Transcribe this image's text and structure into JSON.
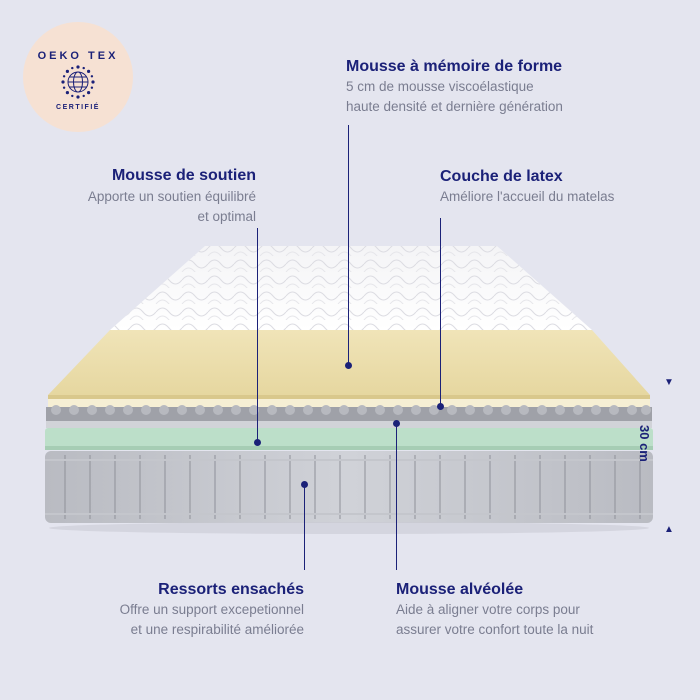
{
  "badge": {
    "title": "OEKO TEX",
    "subtitle": "CERTIFIÉ"
  },
  "layers": {
    "memory_foam": {
      "title": "Mousse à mémoire de forme",
      "line1": "5 cm de mousse viscoélastique",
      "line2": "haute densité et dernière génération"
    },
    "support_foam": {
      "title": "Mousse de soutien",
      "line1": "Apporte un soutien équilibré",
      "line2": "et optimal"
    },
    "latex": {
      "title": "Couche de latex",
      "line1": "Améliore l'accueil du matelas"
    },
    "springs": {
      "title": "Ressorts ensachés",
      "line1": "Offre un support excepetionnel",
      "line2": "et une respirabilité améliorée"
    },
    "egg_foam": {
      "title": "Mousse alvéolée",
      "line1": "Aide à aligner votre corps pour",
      "line2": "assurer votre confort toute la nuit"
    }
  },
  "height_label": "30 cm",
  "colors": {
    "background": "#e4e5ef",
    "accent": "#1b2178",
    "memory_foam": "#ece0b2",
    "support_foam": "#bfe0cc",
    "springs": "#a9abb3",
    "cover": "#f7f7f8",
    "badge": "#f6e1d3"
  }
}
